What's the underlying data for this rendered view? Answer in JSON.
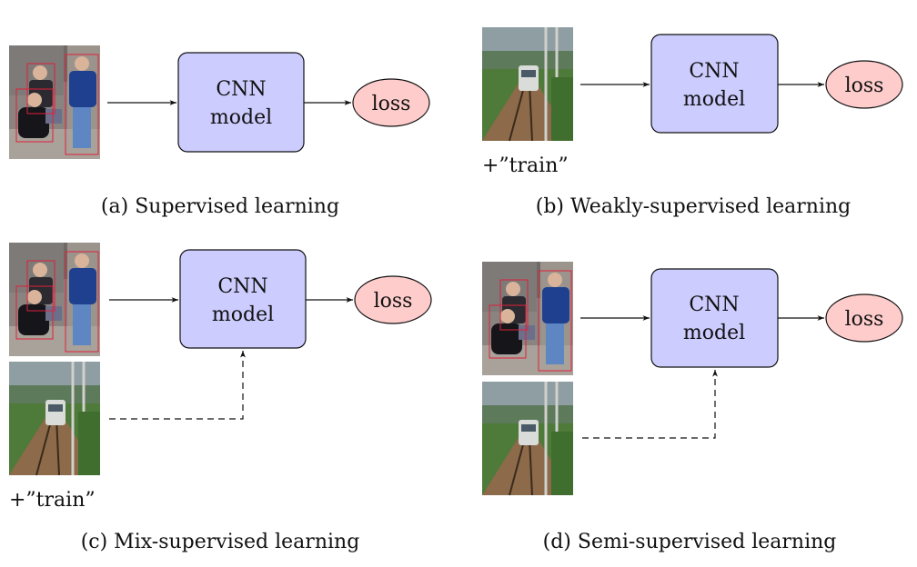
{
  "nodes": {
    "cnn_line1": "CNN",
    "cnn_line2": "model",
    "loss": "loss"
  },
  "annotations": {
    "tag_train": "+”train”"
  },
  "captions": {
    "a": "(a) Supervised learning",
    "b": "(b) Weakly-supervised learning",
    "c": "(c) Mix-supervised learning",
    "d": "(d) Semi-supervised learning"
  },
  "colors": {
    "cnn_fill": "#ccccff",
    "loss_fill": "#ffcccc",
    "bbox_stroke": "#e0203a",
    "stroke": "#111111"
  },
  "images": {
    "people": "photo-people-with-bounding-boxes",
    "train": "photo-train-on-railway"
  }
}
